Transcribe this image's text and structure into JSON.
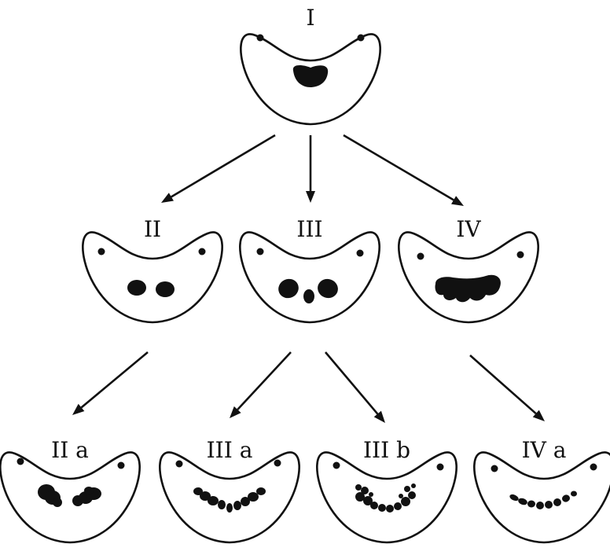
{
  "nodes": [
    {
      "id": "I",
      "label": "I",
      "pattern": "single-blob"
    },
    {
      "id": "II",
      "label": "II",
      "pattern": "two-blobs"
    },
    {
      "id": "III",
      "label": "III",
      "pattern": "three-blobs"
    },
    {
      "id": "IV",
      "label": "IV",
      "pattern": "fused-band"
    },
    {
      "id": "IIa",
      "label": "II a",
      "pattern": "two-clusters"
    },
    {
      "id": "IIIa",
      "label": "III a",
      "pattern": "arc-chain"
    },
    {
      "id": "IIIb",
      "label": "III b",
      "pattern": "scattered-arc"
    },
    {
      "id": "IVa",
      "label": "IV a",
      "pattern": "dash-row"
    }
  ],
  "edges": [
    {
      "from": "I",
      "to": "II"
    },
    {
      "from": "I",
      "to": "III"
    },
    {
      "from": "I",
      "to": "IV"
    },
    {
      "from": "II",
      "to": "IIa"
    },
    {
      "from": "III",
      "to": "IIIa"
    },
    {
      "from": "III",
      "to": "IIIb"
    },
    {
      "from": "IV",
      "to": "IVa"
    }
  ],
  "colors": {
    "ink": "#111111",
    "background": "#ffffff"
  }
}
